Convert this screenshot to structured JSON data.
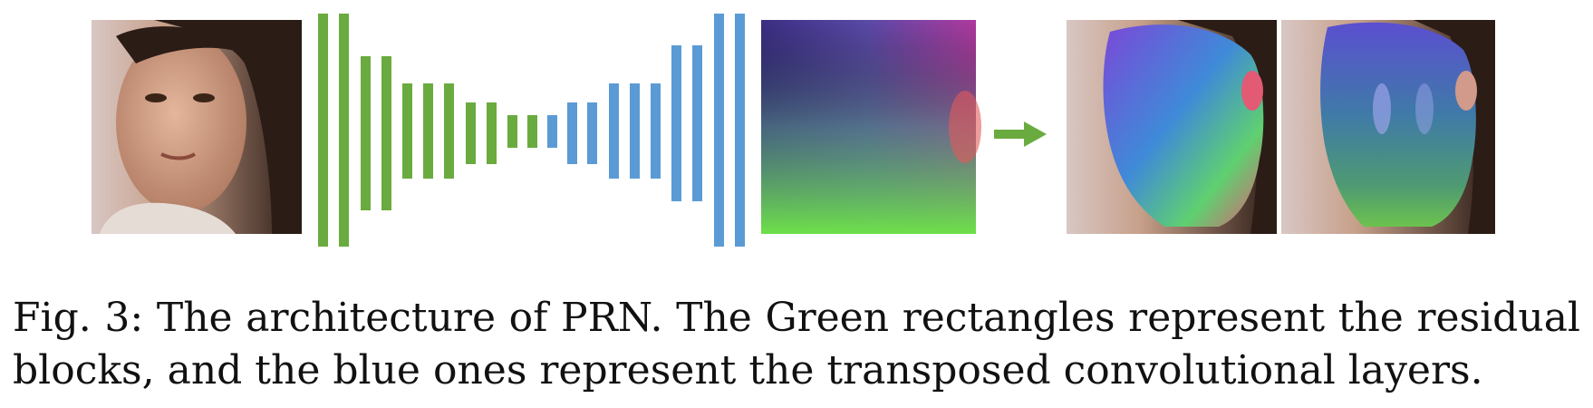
{
  "figure": {
    "caption_line1": "Fig. 3: The architecture of PRN. The Green rectangles represent the residual",
    "caption_line2": "blocks, and the blue ones represent the transposed convolutional layers.",
    "colors": {
      "residual_block": "#6aab3f",
      "transposed_conv": "#5b9bd5",
      "arrow": "#6aab3f",
      "skin": "#c99a82",
      "hair": "#2b1c16"
    },
    "icons": {
      "input": "face-photo",
      "uv_map": "uv-position-map",
      "outputs": [
        "face-photo-with-color-mesh",
        "face-photo-with-shaded-mesh"
      ],
      "arrow": "right-arrow"
    }
  }
}
